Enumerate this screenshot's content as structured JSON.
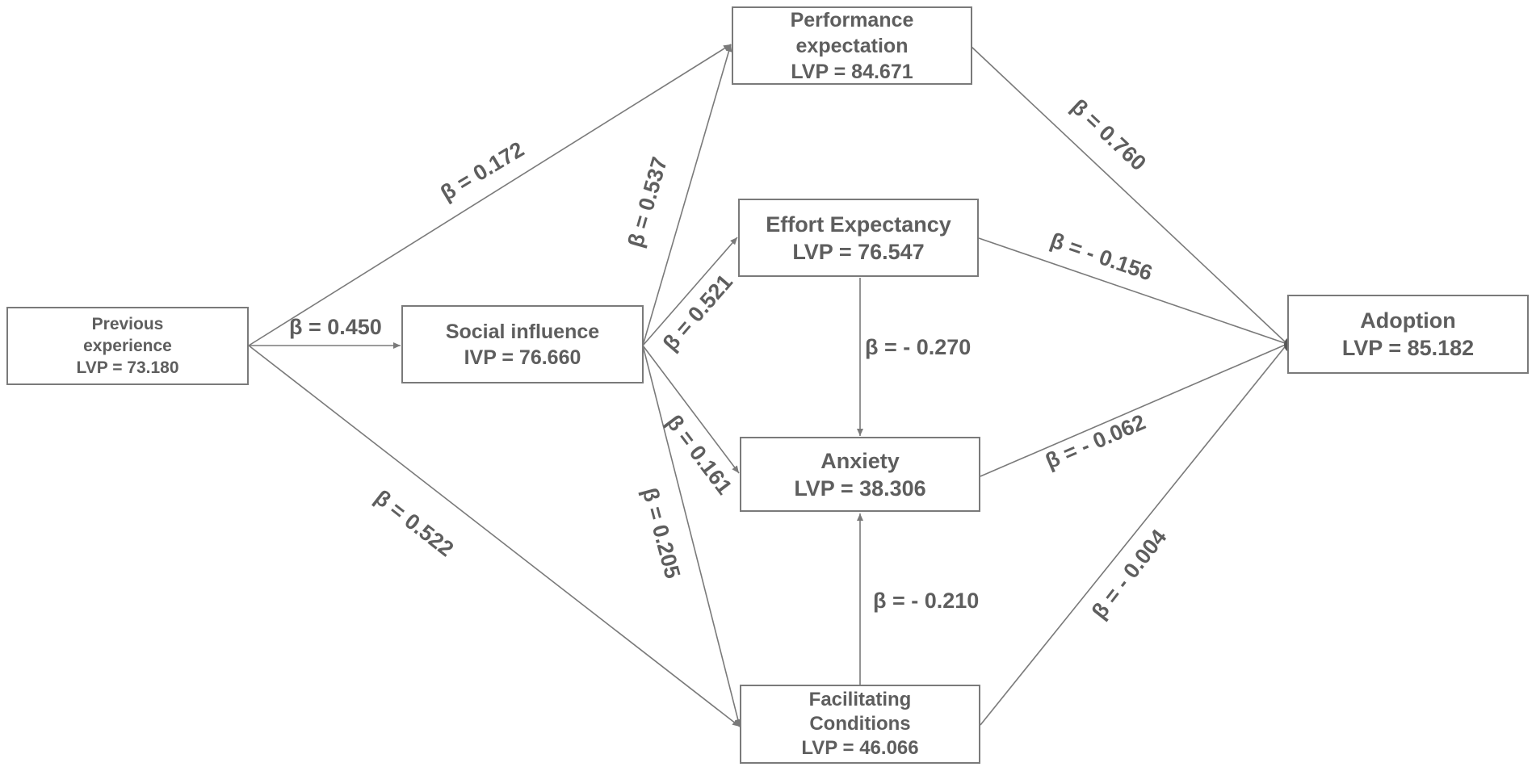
{
  "nodes": {
    "previous_experience": {
      "line1": "Previous",
      "line2": "experience",
      "line3": "LVP = 73.180"
    },
    "social_influence": {
      "line1": "Social influence",
      "line2": "IVP = 76.660"
    },
    "performance_expectation": {
      "line1": "Performance",
      "line2": "expectation",
      "line3": "LVP = 84.671"
    },
    "effort_expectancy": {
      "line1": "Effort Expectancy",
      "line2": "LVP = 76.547"
    },
    "anxiety": {
      "line1": "Anxiety",
      "line2": "LVP = 38.306"
    },
    "facilitating_conditions": {
      "line1": "Facilitating",
      "line2": "Conditions",
      "line3": "LVP = 46.066"
    },
    "adoption": {
      "line1": "Adoption",
      "line2": "LVP = 85.182"
    }
  },
  "paths": {
    "pe_to_perf": "β = 0.172",
    "pe_to_si": "β = 0.450",
    "pe_to_fc": "β = 0.522",
    "si_to_perf": "β = 0.537",
    "si_to_effort": "β = 0.521",
    "si_to_anxiety": "β = 0.161",
    "si_to_fc": "β = 0.205",
    "effort_to_anxiety": "β = - 0.270",
    "fc_to_anxiety": "β = - 0.210",
    "perf_to_adoption": "β = 0.760",
    "effort_to_adoption": "β = - 0.156",
    "anxiety_to_adoption": "β = - 0.062",
    "fc_to_adoption": "β = - 0.004"
  },
  "colors": {
    "line": "#7a7a7a",
    "text": "#5e5e5e"
  }
}
